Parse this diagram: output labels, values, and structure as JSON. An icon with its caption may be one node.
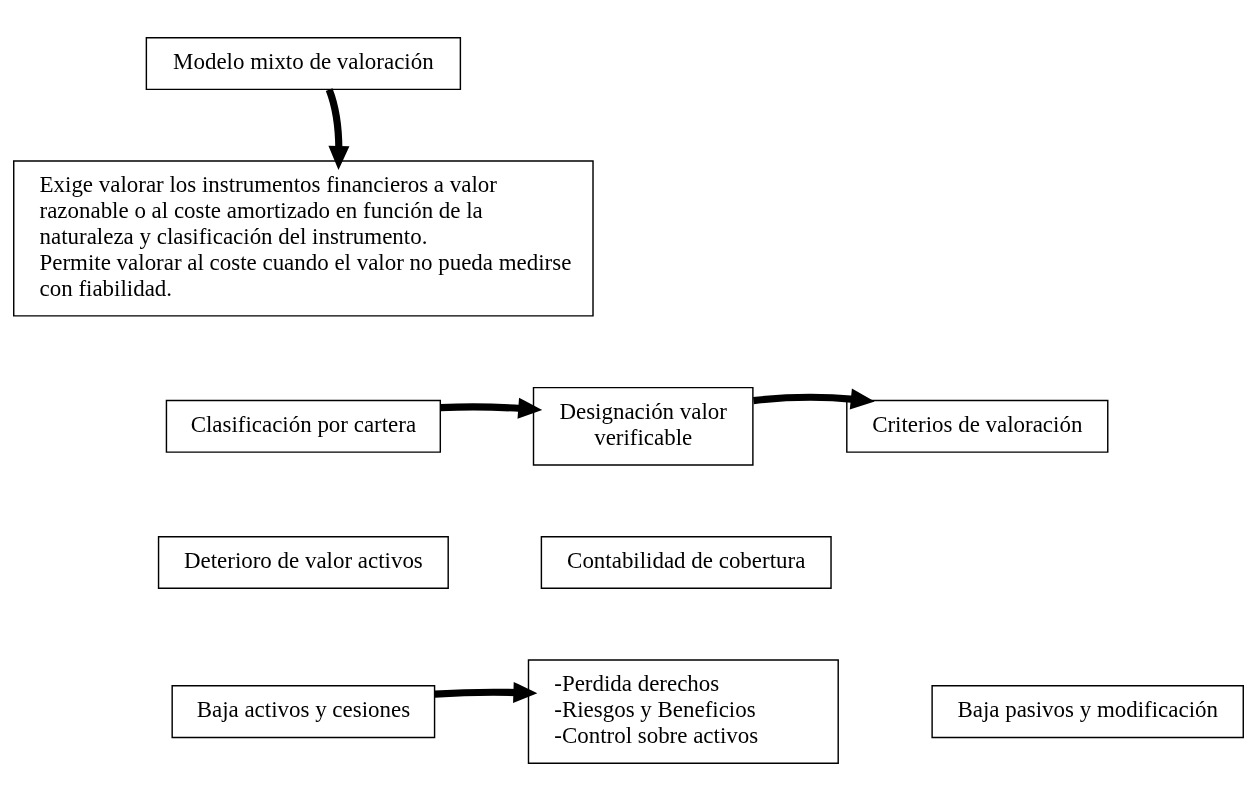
{
  "diagram": {
    "nodes": [
      {
        "text": [
          "Modelo mixto de valoración"
        ]
      },
      {
        "text": [
          "Exige valorar los instrumentos financieros a valor razonable o al coste amortizado en función de la naturaleza y clasificación del instrumento.",
          "Permite valorar al coste cuando el valor no pueda medirse con fiabilidad."
        ]
      },
      {
        "text": [
          "Clasificación por cartera"
        ]
      },
      {
        "text": [
          "Designación valor verificable"
        ]
      },
      {
        "text": [
          "Criterios de valoración"
        ]
      },
      {
        "text": [
          "Deterioro de valor activos"
        ]
      },
      {
        "text": [
          "Contabilidad de cobertura"
        ]
      },
      {
        "text": [
          "Baja activos y cesiones"
        ]
      },
      {
        "text": [
          "-Perdida derechos",
          "-Riesgos y Beneficios",
          "-Control sobre activos"
        ]
      },
      {
        "text": [
          "Baja pasivos y modificación"
        ]
      }
    ],
    "edges": [
      {
        "from": 0,
        "to": 1,
        "arrow": "to"
      },
      {
        "from": 2,
        "to": 3,
        "arrow": "to"
      },
      {
        "from": 3,
        "to": 4,
        "arrow": "to"
      },
      {
        "from": 7,
        "to": 8,
        "arrow": "to"
      }
    ]
  }
}
